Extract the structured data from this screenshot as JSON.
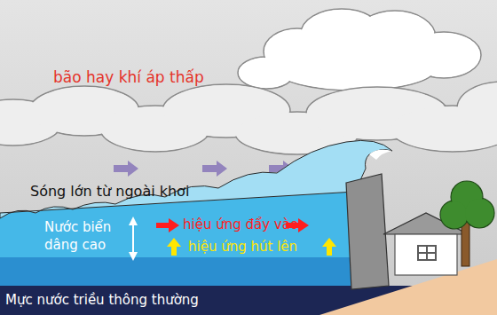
{
  "diagram": {
    "nodes": [
      {
        "text": [
          "Mực nước triều thông thường"
        ]
      }
    ],
    "labels": [
      "bão hay khí áp thấp",
      "Sóng lớn từ ngoài khơi",
      "Nước biển dâng cao",
      "hiệu ứng đẩy vào",
      "hiệu ứng hút lên"
    ]
  }
}
